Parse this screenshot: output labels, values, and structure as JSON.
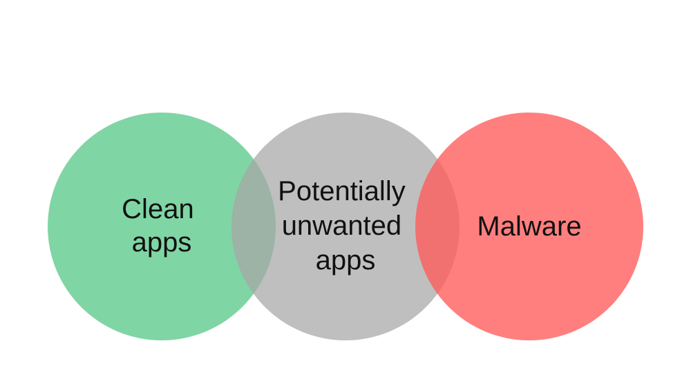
{
  "diagram": {
    "type": "three-circle-venn",
    "circles": [
      {
        "id": "clean",
        "label_lines": [
          "Clean",
          "apps"
        ],
        "color": "#5cc98b"
      },
      {
        "id": "pua",
        "label_lines": [
          "Potentially",
          "unwanted",
          "apps"
        ],
        "color": "#a6a6a6"
      },
      {
        "id": "malware",
        "label_lines": [
          "Malware"
        ],
        "color": "#ff5b5b"
      }
    ]
  }
}
